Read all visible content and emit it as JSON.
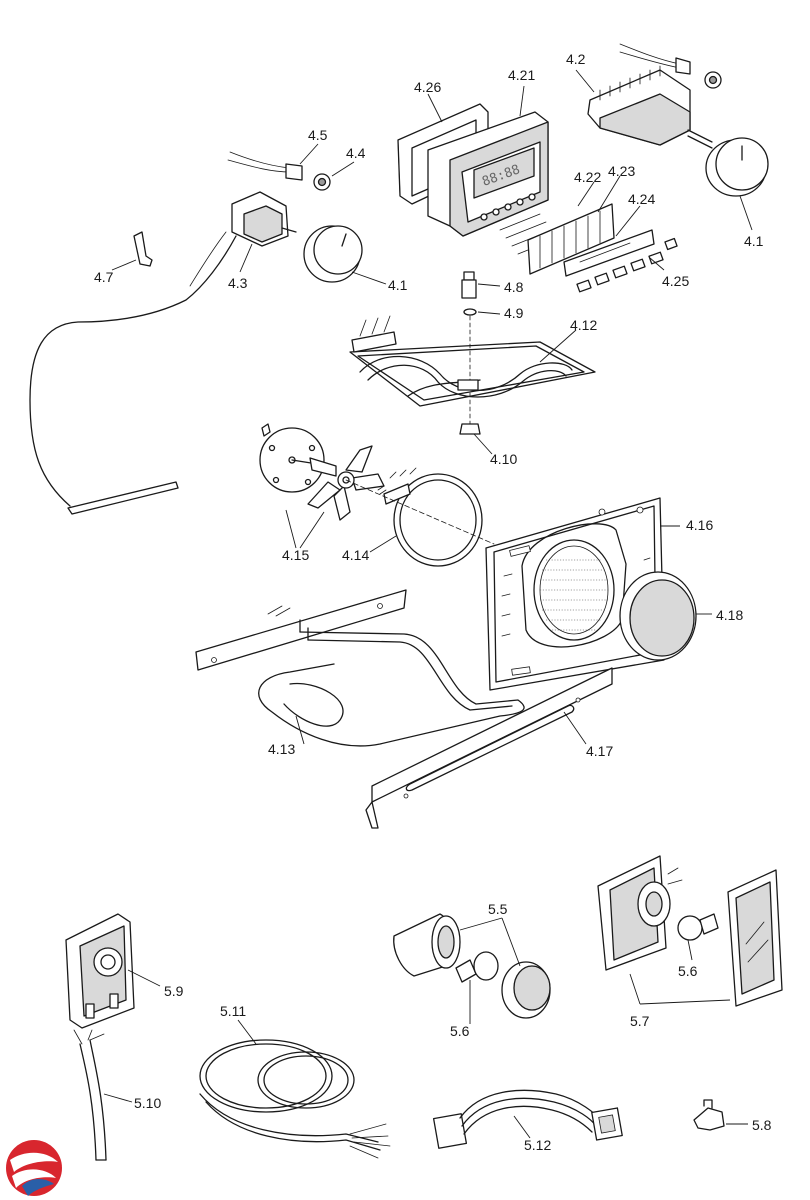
{
  "labels": {
    "p4_1a": "4.1",
    "p4_1b": "4.1",
    "p4_2": "4.2",
    "p4_3": "4.3",
    "p4_4": "4.4",
    "p4_5": "4.5",
    "p4_7": "4.7",
    "p4_8": "4.8",
    "p4_9": "4.9",
    "p4_10": "4.10",
    "p4_12": "4.12",
    "p4_13": "4.13",
    "p4_14": "4.14",
    "p4_15": "4.15",
    "p4_16": "4.16",
    "p4_17": "4.17",
    "p4_18": "4.18",
    "p4_21": "4.21",
    "p4_22": "4.22",
    "p4_23": "4.23",
    "p4_24": "4.24",
    "p4_25": "4.25",
    "p4_26": "4.26",
    "p5_5": "5.5",
    "p5_6a": "5.6",
    "p5_6b": "5.6",
    "p5_7": "5.7",
    "p5_8": "5.8",
    "p5_9": "5.9",
    "p5_10": "5.10",
    "p5_11": "5.11",
    "p5_12": "5.12"
  },
  "display_digits": "88:88",
  "colors": {
    "logo_red": "#d8262e",
    "logo_blue": "#2a5fa8",
    "line": "#1a1a1a"
  },
  "icons": {
    "logo": "brand-swirl-logo"
  }
}
